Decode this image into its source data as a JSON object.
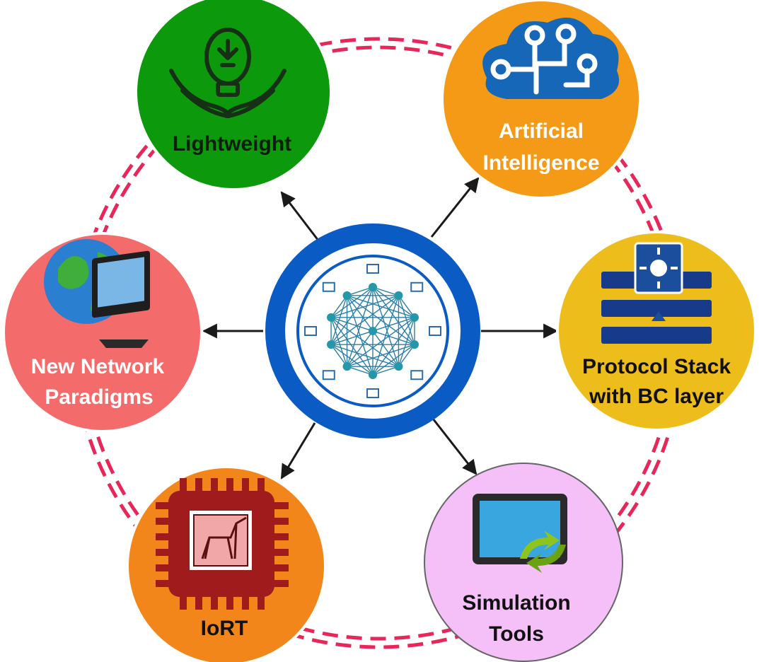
{
  "diagram": {
    "center_icon": "blockchain-network-icon",
    "colors": {
      "ring_blue": "#0a5bc4",
      "dashed_ring": "#e8265a",
      "arrow": "#1a1a1a"
    },
    "nodes": [
      {
        "id": "lightweight",
        "lines": [
          "Lightweight"
        ],
        "fill": "#0c9a0c",
        "text_color": "#0b1f0b",
        "icon": "lightbulb-in-hands-icon"
      },
      {
        "id": "artificial-intelligence",
        "lines": [
          "Artificial",
          "Intelligence"
        ],
        "fill": "#f59a16",
        "text_color": "#ffffff",
        "icon": "ai-circuit-cloud-icon"
      },
      {
        "id": "protocol-stack",
        "lines": [
          "Protocol Stack",
          "with BC layer"
        ],
        "fill": "#ecbd1b",
        "text_color": "#111111",
        "icon": "layer-stack-icon"
      },
      {
        "id": "simulation-tools",
        "lines": [
          "Simulation",
          "Tools"
        ],
        "fill": "#f5bff7",
        "text_color": "#111111",
        "icon": "tablet-sync-icon"
      },
      {
        "id": "iort",
        "lines": [
          "IoRT"
        ],
        "fill": "#f2861b",
        "text_color": "#111111",
        "icon": "robot-chip-icon"
      },
      {
        "id": "new-network-paradigms",
        "lines": [
          "New Network",
          "Paradigms"
        ],
        "fill": "#f36b6b",
        "text_color": "#ffffff",
        "icon": "globe-monitor-icon"
      }
    ]
  }
}
